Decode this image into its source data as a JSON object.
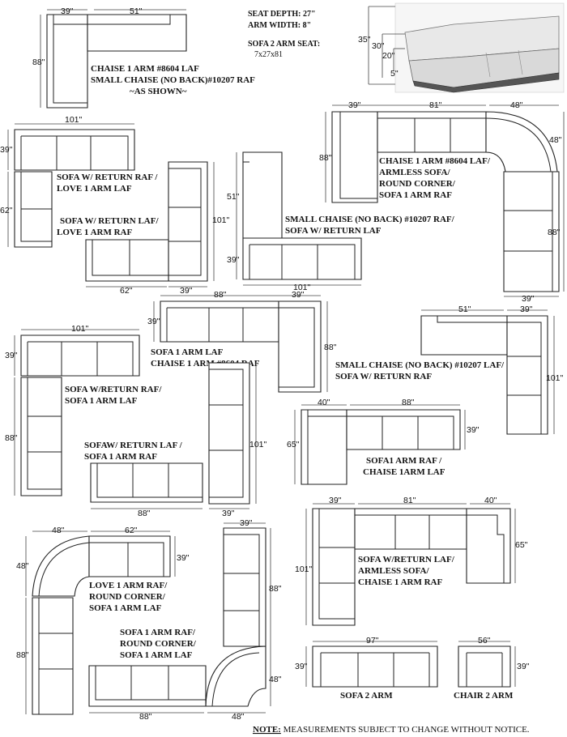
{
  "header": {
    "seat_depth": "SEAT DEPTH: 27\"",
    "arm_width": "ARM WIDTH: 8\"",
    "sofa2_arm_seat_title": "SOFA 2 ARM SEAT:",
    "sofa2_arm_seat_value": "7x27x81",
    "photo_dims": [
      "35\"",
      "30\"",
      "20\"",
      "5\""
    ]
  },
  "configs": [
    {
      "id": "c1",
      "lines": [
        "CHAISE 1 ARM #8604 LAF",
        "SMALL CHAISE (NO BACK)#10207 RAF",
        "~AS SHOWN~"
      ],
      "dims": [
        "39\"",
        "51\"",
        "88\""
      ]
    },
    {
      "id": "c2",
      "lines": [
        "CHAISE 1 ARM #8604 LAF/",
        "ARMLESS SOFA/",
        "ROUND CORNER/",
        "SOFA 1 ARM RAF"
      ],
      "dims": [
        "39\"",
        "81\"",
        "48\"",
        "88\"",
        "48\"",
        "88\"",
        "39\""
      ]
    },
    {
      "id": "c3",
      "lines": [
        "SOFA W/ RETURN RAF /",
        "LOVE 1 ARM LAF"
      ],
      "dims": [
        "101\"",
        "39\"",
        "62\""
      ]
    },
    {
      "id": "c4",
      "lines": [
        "SOFA  W/ RETURN LAF/",
        "LOVE 1 ARM RAF"
      ],
      "dims": [
        "101\"",
        "62\"",
        "39\""
      ]
    },
    {
      "id": "c5",
      "lines": [
        "SMALL CHAISE (NO BACK) #10207 RAF/",
        "SOFA W/ RETURN LAF"
      ],
      "dims": [
        "51\"",
        "39\"",
        "101\""
      ]
    },
    {
      "id": "c6",
      "lines": [
        "SOFA 1 ARM LAF",
        "CHAISE 1 ARM #8604 RAF"
      ],
      "dims": [
        "88\"",
        "39\"",
        "39\"",
        "88\""
      ]
    },
    {
      "id": "c7",
      "lines": [
        "SMALL CHAISE (NO BACK) #10207 LAF/",
        "SOFA W/ RETURN RAF"
      ],
      "dims": [
        "51\"",
        "39\"",
        "101\""
      ]
    },
    {
      "id": "c8",
      "lines": [
        "SOFA W/RETURN RAF/",
        "SOFA 1 ARM LAF"
      ],
      "dims": [
        "101\"",
        "39\"",
        "88\""
      ]
    },
    {
      "id": "c9",
      "lines": [
        "SOFAW/ RETURN LAF /",
        "SOFA 1 ARM RAF"
      ],
      "dims": [
        "101\"",
        "88\"",
        "39\""
      ]
    },
    {
      "id": "c10",
      "lines": [
        "SOFA1 ARM RAF /",
        "CHAISE 1ARM  LAF"
      ],
      "dims": [
        "40\"",
        "88\"",
        "65\"",
        "39\""
      ]
    },
    {
      "id": "c11",
      "lines": [
        "LOVE 1 ARM RAF/",
        "ROUND CORNER/",
        "SOFA 1 ARM LAF"
      ],
      "dims": [
        "48\"",
        "62\"",
        "48\"",
        "39\"",
        "88\""
      ]
    },
    {
      "id": "c12",
      "lines": [
        "SOFA 1 ARM RAF/",
        "ROUND CORNER/",
        "SOFA 1 ARM LAF"
      ],
      "dims": [
        "39\"",
        "88\"",
        "48\"",
        "88\"",
        "48\""
      ]
    },
    {
      "id": "c13",
      "lines": [
        "SOFA W/RETURN LAF/",
        "ARMLESS SOFA/",
        "CHAISE 1 ARM RAF"
      ],
      "dims": [
        "39\"",
        "81\"",
        "40\"",
        "101\"",
        "65\""
      ]
    },
    {
      "id": "c14",
      "lines": [
        "SOFA 2 ARM"
      ],
      "dims": [
        "97\"",
        "39\""
      ]
    },
    {
      "id": "c15",
      "lines": [
        "CHAIR 2 ARM"
      ],
      "dims": [
        "56\"",
        "39\""
      ]
    }
  ],
  "footer": {
    "note_label": "NOTE:",
    "note_text": " MEASUREMENTS SUBJECT TO CHANGE WITHOUT NOTICE."
  }
}
